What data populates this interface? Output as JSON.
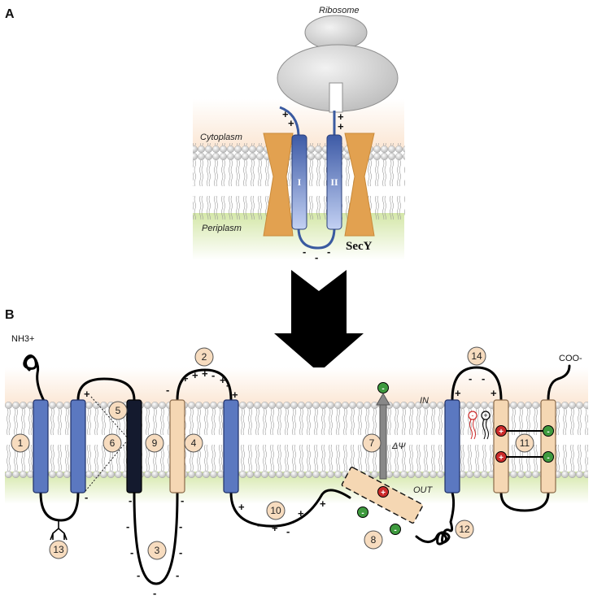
{
  "panel_a": {
    "letter": "A",
    "ribosome_label": "Ribosome",
    "cytoplasm_label": "Cytoplasm",
    "periplasm_label": "Periplasm",
    "secy_label": "SecY",
    "helix_1_label": "I",
    "helix_2_label": "II",
    "plus_sign": "+",
    "minus_sign": "-"
  },
  "panel_b": {
    "letter": "B",
    "n_terminus": "NH3+",
    "c_terminus": "COO-",
    "in_label": "IN",
    "out_label": "OUT",
    "delta_psi": "ΔΨ",
    "plus_sign": "+",
    "minus_sign": "-",
    "badges": [
      "1",
      "2",
      "3",
      "4",
      "5",
      "6",
      "7",
      "8",
      "9",
      "10",
      "11",
      "12",
      "13",
      "14"
    ]
  },
  "colors": {
    "blue_helix": "#5b78c0",
    "dark_helix": "#141a2e",
    "tan_helix": "#f5d7b3",
    "secy_orange": "#e2a150",
    "cytoplasm_tint": "#fbe9d9",
    "periplasm_tint": "#d9e9b4",
    "badge_fill": "#f7dcbf",
    "positive_red": "#cc2a2a",
    "negative_green": "#3e9a3e",
    "ribosome_gray": "#d6d6d6"
  },
  "icons": [
    "lipid-bilayer",
    "ribosome",
    "helix",
    "glycosylation-fork",
    "membrane-potential-arrow",
    "arrow-down"
  ]
}
